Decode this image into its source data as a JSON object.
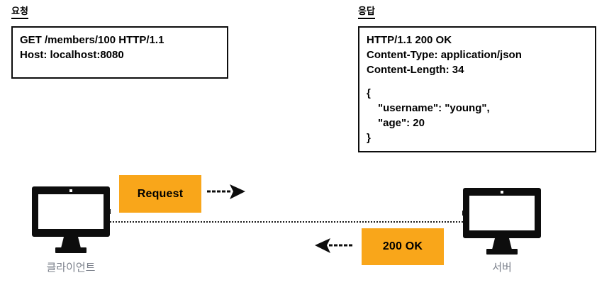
{
  "diagram": {
    "type": "http-request-response-flow",
    "background": "#ffffff",
    "accent_color": "#f9a61a",
    "label_color": "#7b808b",
    "stroke_color": "#0d0d0d"
  },
  "request_section": {
    "title": "요청",
    "box_lines": [
      "GET /members/100 HTTP/1.1",
      "Host: localhost:8080"
    ]
  },
  "response_section": {
    "title": "응답",
    "box_lines": [
      "HTTP/1.1 200 OK",
      "Content-Type: application/json",
      "Content-Length: 34",
      "",
      "{",
      "\"username\": \"young\",",
      "\"age\": 20",
      "}"
    ]
  },
  "flow": {
    "client": {
      "label": "클라이언트",
      "icon": "desktop-monitor-icon"
    },
    "server": {
      "label": "서버",
      "icon": "desktop-monitor-icon"
    },
    "request_chip": {
      "label": "Request",
      "color": "#f9a61a",
      "direction": "right",
      "arrow_icon": "arrow-right-icon"
    },
    "response_chip": {
      "label": "200 OK",
      "color": "#f9a61a",
      "direction": "left",
      "arrow_icon": "arrow-left-icon"
    },
    "connection": {
      "style": "dotted-line"
    }
  }
}
